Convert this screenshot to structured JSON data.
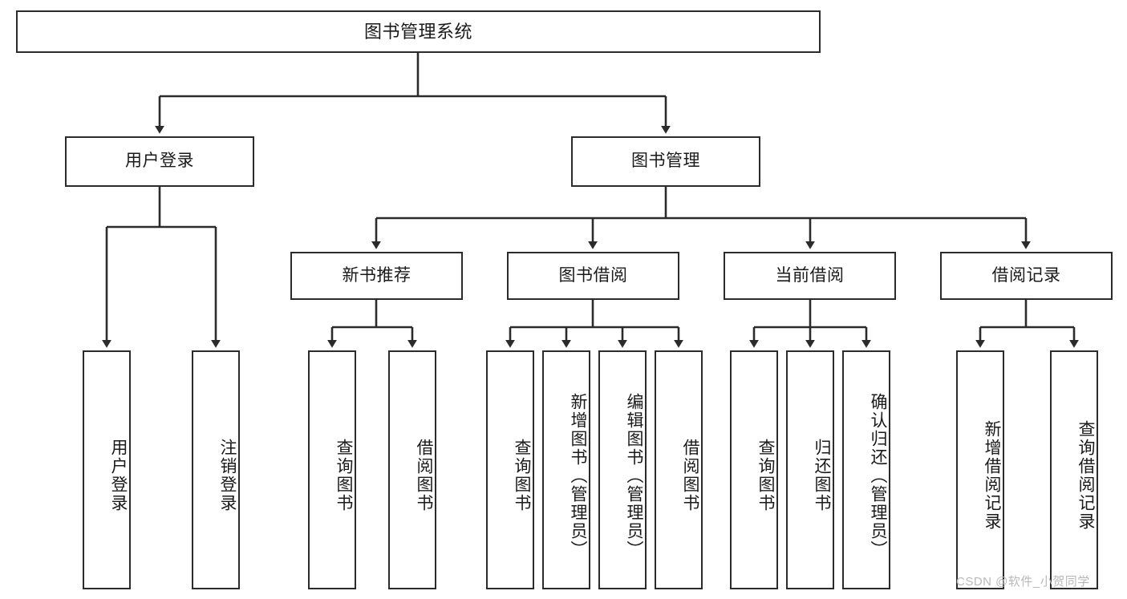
{
  "diagram": {
    "title": "图书管理系统",
    "type": "tree-hierarchy",
    "root": {
      "label": "图书管理系统"
    },
    "level2": [
      {
        "label": "用户登录"
      },
      {
        "label": "图书管理"
      }
    ],
    "level3": [
      {
        "label": "新书推荐"
      },
      {
        "label": "图书借阅"
      },
      {
        "label": "当前借阅"
      },
      {
        "label": "借阅记录"
      }
    ],
    "leaves": {
      "user_login": [
        {
          "label": "用户登录"
        },
        {
          "label": "注销登录"
        }
      ],
      "new_book_recommend": [
        {
          "label": "查询图书"
        },
        {
          "label": "借阅图书"
        }
      ],
      "book_borrow": [
        {
          "label": "查询图书"
        },
        {
          "label": "新增图书（管理员）"
        },
        {
          "label": "编辑图书（管理员）"
        },
        {
          "label": "借阅图书"
        }
      ],
      "current_borrow": [
        {
          "label": "查询图书"
        },
        {
          "label": "归还图书"
        },
        {
          "label": "确认归还（管理员）"
        }
      ],
      "borrow_record": [
        {
          "label": "新增借阅记录"
        },
        {
          "label": "查询借阅记录"
        }
      ]
    }
  },
  "watermark": {
    "text": "CSDN @软件_小贺同学"
  },
  "colors": {
    "box_border": "#2b2b2b",
    "box_fill": "#ffffff",
    "connector": "#2b2b2b",
    "text": "#1a1a1a",
    "watermark": "#b9b9b9"
  }
}
